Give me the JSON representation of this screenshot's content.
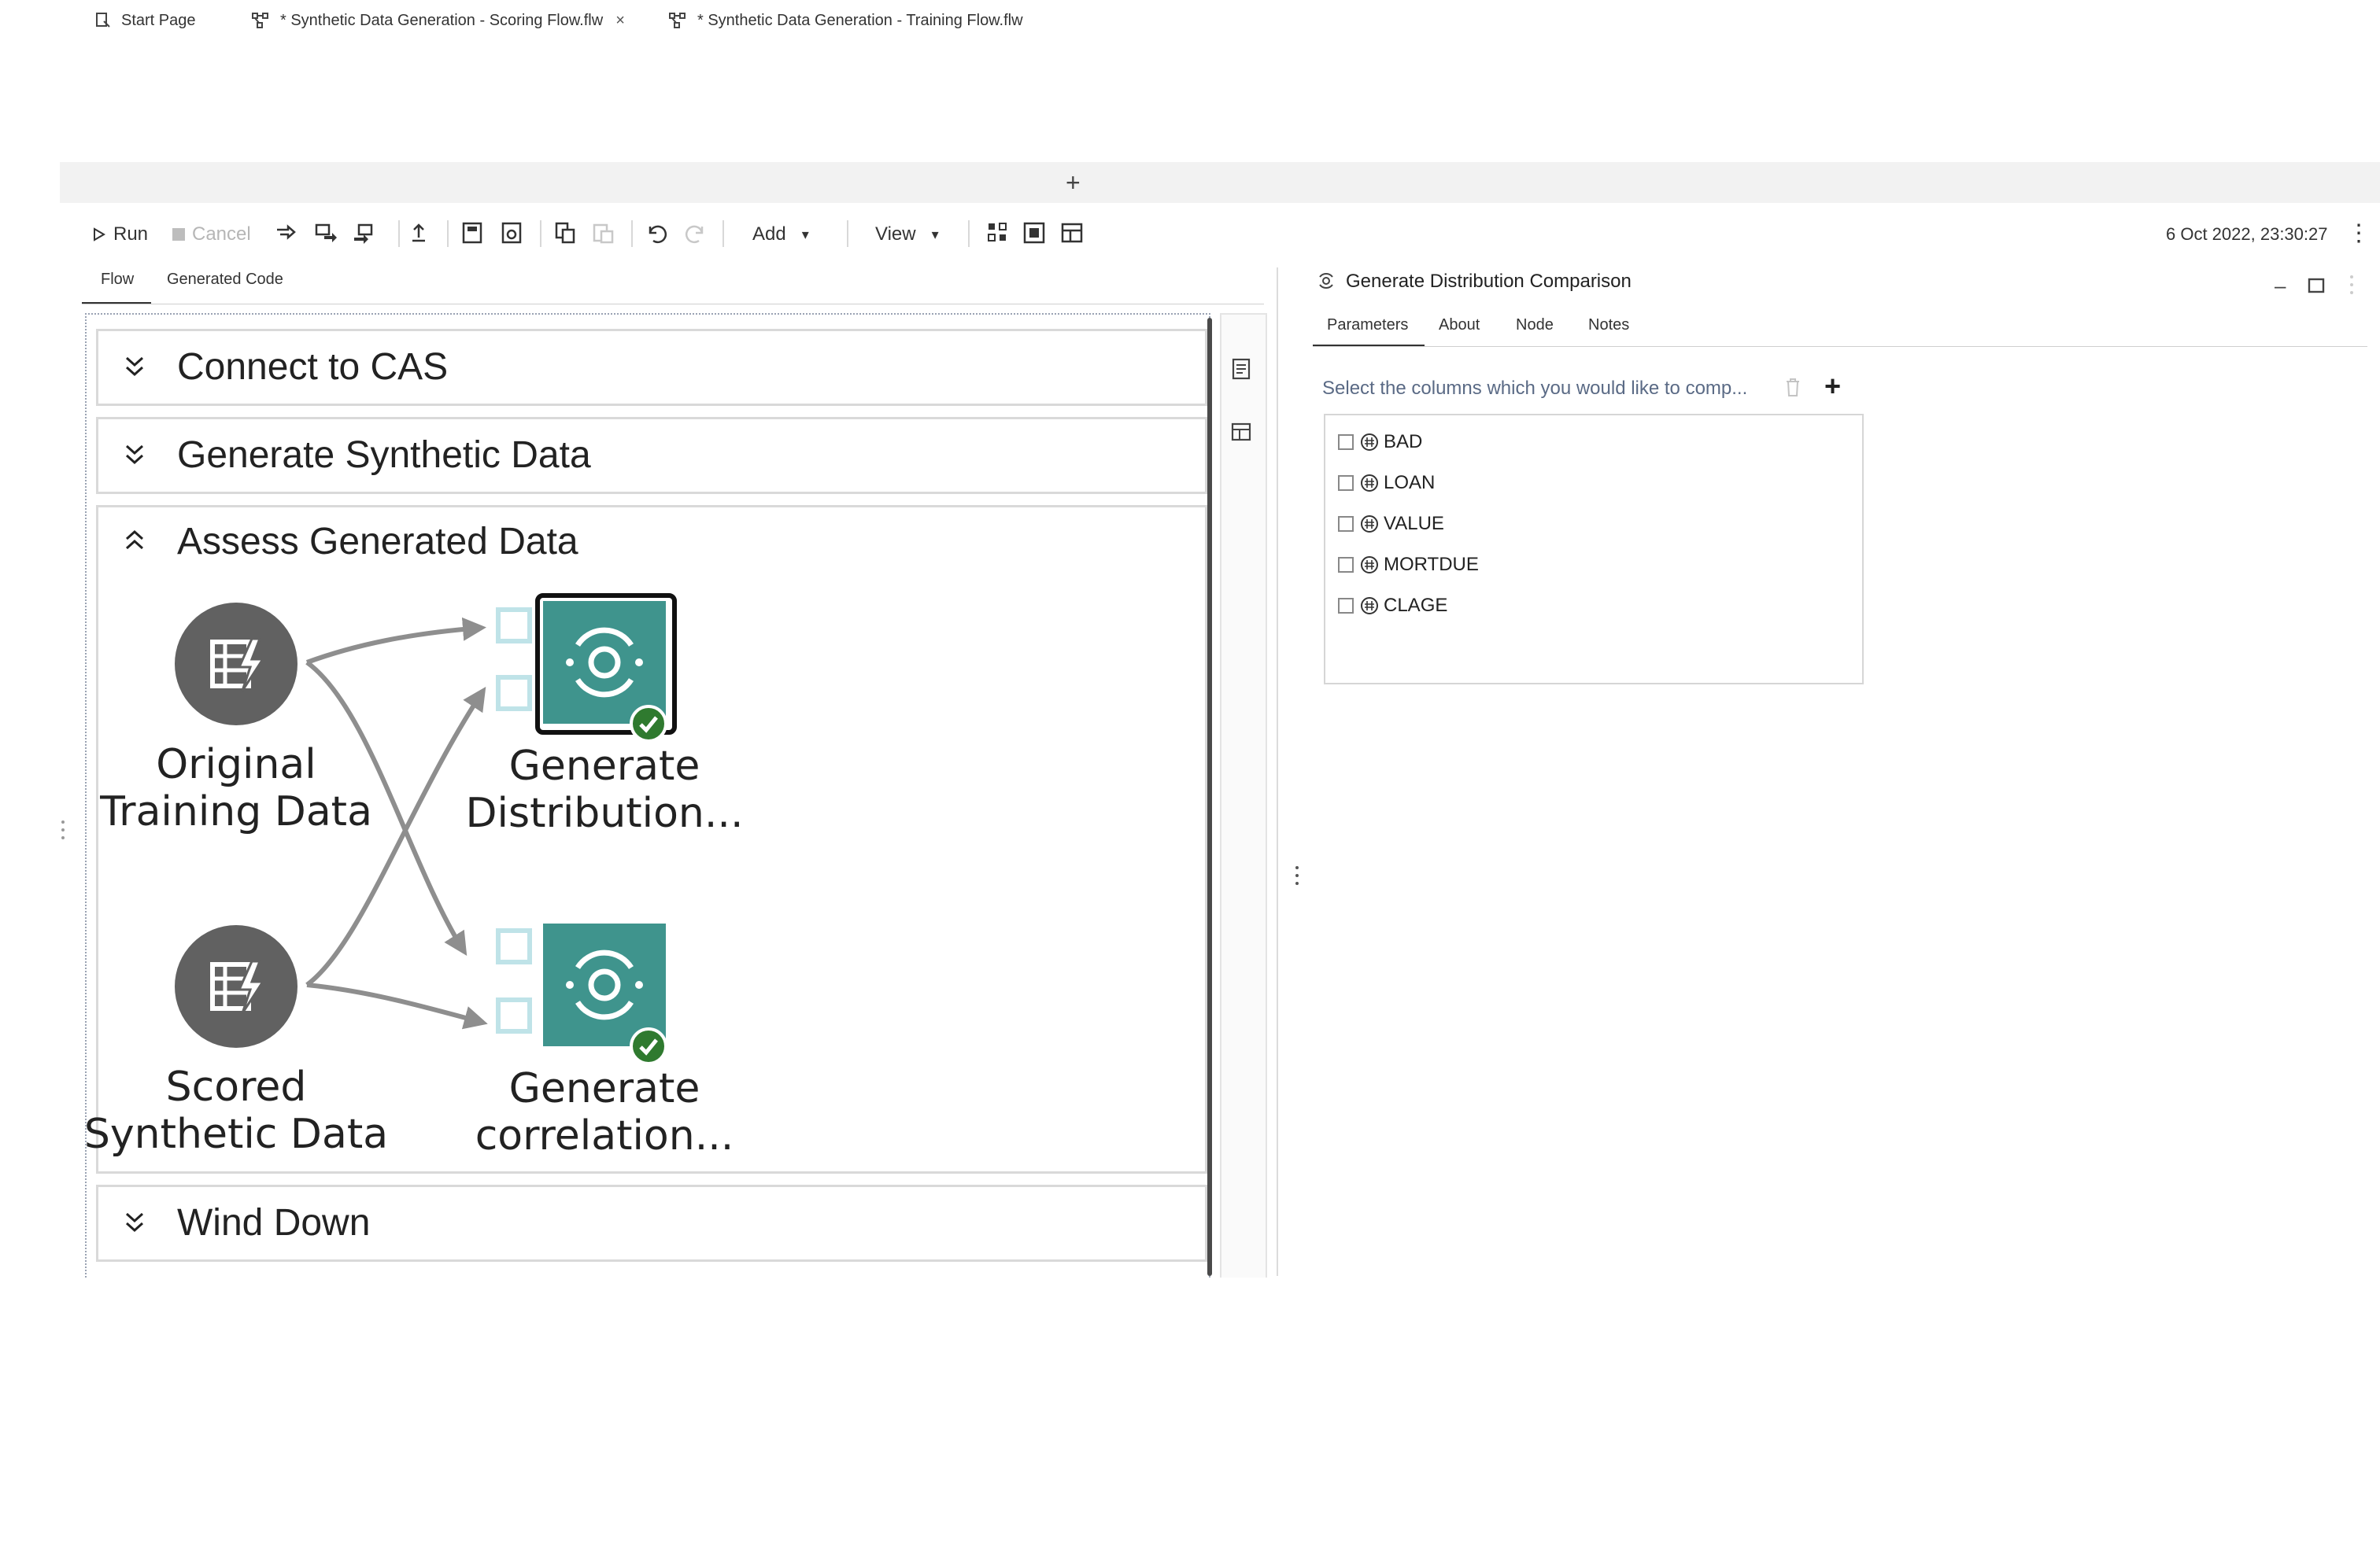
{
  "tabs": [
    {
      "label": "Start Page",
      "active": false,
      "icon": "start-page-icon"
    },
    {
      "label": "* Synthetic Data Generation - Scoring Flow.flw",
      "active": true,
      "icon": "flow-icon",
      "closable": true
    },
    {
      "label": "* Synthetic Data Generation - Training Flow.flw",
      "active": false,
      "icon": "flow-icon"
    }
  ],
  "tab_close_glyph": "×",
  "tab_add_glyph": "+",
  "toolbar": {
    "run_label": "Run",
    "cancel_label": "Cancel",
    "add_label": "Add",
    "view_label": "View",
    "dropdown_glyph": "▾",
    "timestamp": "6 Oct 2022, 23:30:27",
    "more_glyph": "⋮"
  },
  "left_tabs": [
    {
      "label": "Flow",
      "active": true
    },
    {
      "label": "Generated Code",
      "active": false
    }
  ],
  "sections": {
    "connect": {
      "title": "Connect to CAS",
      "expanded": false
    },
    "generate": {
      "title": "Generate Synthetic Data",
      "expanded": false
    },
    "assess": {
      "title": "Assess Generated Data",
      "expanded": true
    },
    "winddown": {
      "title": "Wind Down",
      "expanded": false
    }
  },
  "nodes": {
    "original": {
      "line1": "Original",
      "line2": "Training Data"
    },
    "scored": {
      "line1": "Scored",
      "line2": "Synthetic Data"
    },
    "distribution": {
      "line1": "Generate",
      "line2": "Distribution..."
    },
    "correlation": {
      "line1": "Generate",
      "line2": "correlation..."
    }
  },
  "right_panel": {
    "title": "Generate Distribution Comparison",
    "minimize_glyph": "–",
    "tabs": [
      {
        "label": "Parameters",
        "active": true
      },
      {
        "label": "About",
        "active": false
      },
      {
        "label": "Node",
        "active": false
      },
      {
        "label": "Notes",
        "active": false
      }
    ],
    "column_prompt": "Select the columns which you would like to comp...",
    "add_glyph": "+",
    "columns": [
      "BAD",
      "LOAN",
      "VALUE",
      "MORTDUE",
      "CLAGE"
    ]
  },
  "colors": {
    "node_teal": "#3f948d",
    "node_gray": "#616161",
    "success_green": "#2f7a2f",
    "port_light": "#bfe3e8"
  }
}
